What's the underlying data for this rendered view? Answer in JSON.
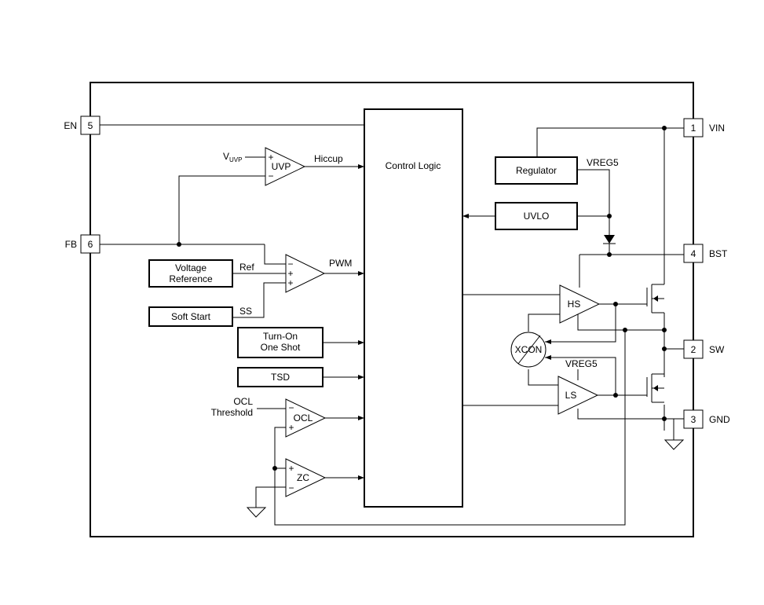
{
  "pins": {
    "en": {
      "name": "EN",
      "number": "5"
    },
    "fb": {
      "name": "FB",
      "number": "6"
    },
    "vin": {
      "name": "VIN",
      "number": "1"
    },
    "bst": {
      "name": "BST",
      "number": "4"
    },
    "sw": {
      "name": "SW",
      "number": "2"
    },
    "gnd": {
      "name": "GND",
      "number": "3"
    }
  },
  "blocks": {
    "control_logic": "Control Logic",
    "regulator": "Regulator",
    "uvlo": "UVLO",
    "voltage_reference_line1": "Voltage",
    "voltage_reference_line2": "Reference",
    "soft_start": "Soft Start",
    "turn_on_line1": "Turn-On",
    "turn_on_line2": "One Shot",
    "tsd": "TSD"
  },
  "amplifiers": {
    "uvp": "UVP",
    "ocl": "OCL",
    "zc": "ZC",
    "hs": "HS",
    "ls": "LS",
    "xcon": "XCON"
  },
  "signals": {
    "vuvp_main": "V",
    "vuvp_sub": "UVP",
    "hiccup": "Hiccup",
    "pwm": "PWM",
    "ref": "Ref",
    "ss": "SS",
    "vreg5_top": "VREG5",
    "vreg5_ls": "VREG5",
    "ocl_threshold_line1": "OCL",
    "ocl_threshold_line2": "Threshold",
    "minus": "−",
    "plus": "+"
  }
}
